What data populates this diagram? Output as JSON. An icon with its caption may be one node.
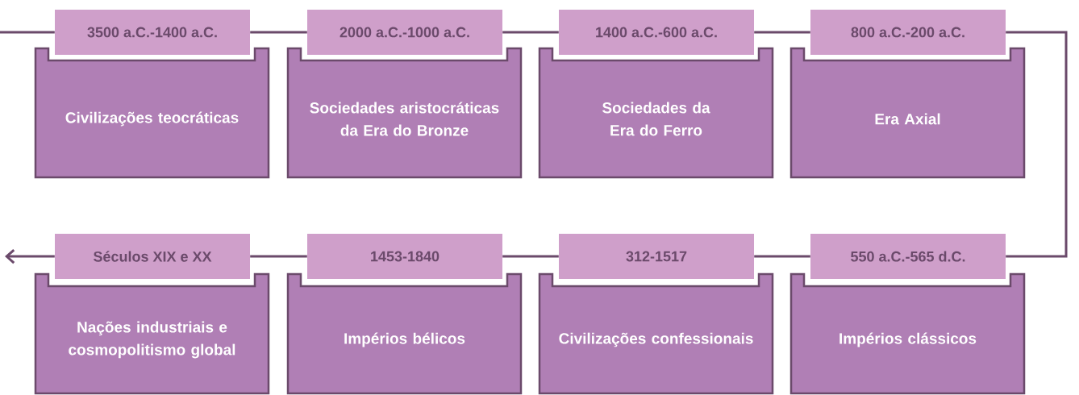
{
  "diagram": {
    "nodes": [
      {
        "text": [
          "3500 a.C.-1400 a.C."
        ]
      },
      {
        "text": [
          "Civilizações teocráticas"
        ]
      },
      {
        "text": [
          "2000 a.C.-1000 a.C."
        ]
      },
      {
        "text": [
          "Sociedades aristocráticas da Era do Bronze"
        ]
      },
      {
        "text": [
          "1400 a.C.-600 a.C."
        ]
      },
      {
        "text": [
          "Sociedades da Era do Ferro"
        ]
      },
      {
        "text": [
          "800 a.C.-200 a.C."
        ]
      },
      {
        "text": [
          "Era Axial"
        ]
      },
      {
        "text": [
          "Séculos XIX e XX"
        ]
      },
      {
        "text": [
          "Nações industriais e cosmopolitismo global"
        ]
      },
      {
        "text": [
          "1453-1840"
        ]
      },
      {
        "text": [
          "Impérios bélicos"
        ]
      },
      {
        "text": [
          "312-1517"
        ]
      },
      {
        "text": [
          "Civilizações confessionais"
        ]
      },
      {
        "text": [
          "550 a.C.-565 d.C."
        ]
      },
      {
        "text": [
          "Impérios clássicos"
        ]
      }
    ],
    "edges": [
      {
        "from": null,
        "to": 0,
        "arrow": "none"
      },
      {
        "from": 0,
        "to": 2,
        "arrow": "none"
      },
      {
        "from": 2,
        "to": 4,
        "arrow": "none"
      },
      {
        "from": 4,
        "to": 6,
        "arrow": "none"
      },
      {
        "from": 6,
        "to": 14,
        "arrow": "none"
      },
      {
        "from": 14,
        "to": 12,
        "arrow": "none"
      },
      {
        "from": 12,
        "to": 10,
        "arrow": "none"
      },
      {
        "from": 10,
        "to": 8,
        "arrow": "none"
      },
      {
        "from": 8,
        "to": null,
        "arrow": "to"
      }
    ]
  }
}
